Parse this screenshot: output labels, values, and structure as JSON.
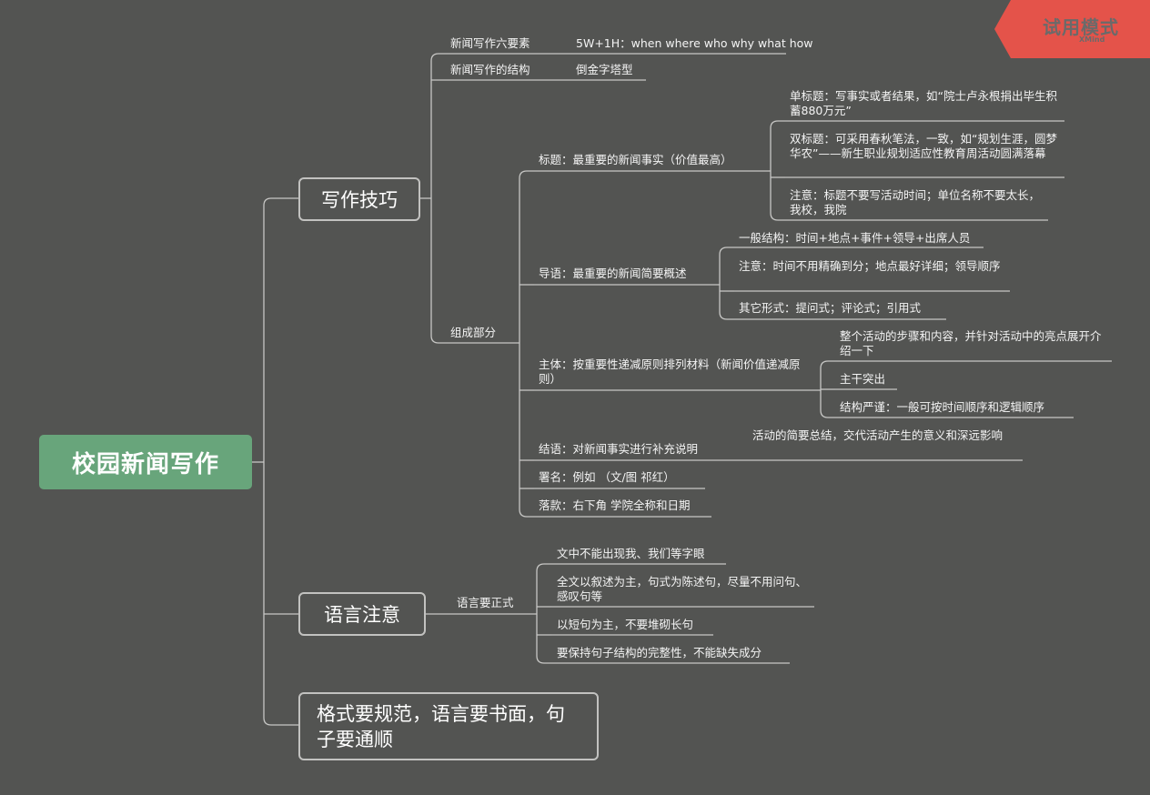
{
  "watermark": {
    "title": "试用模式",
    "sub": "XMind",
    "color": "#e4534a"
  },
  "colors": {
    "background": "#535452",
    "root": "#68a57b",
    "line": "#c7c7c5"
  },
  "root": "校园新闻写作",
  "branches": {
    "skills": {
      "label": "写作技巧",
      "six_elements": {
        "label": "新闻写作六要素",
        "value": "5W+1H：when where who why what how"
      },
      "structure": {
        "label": "新闻写作的结构",
        "value": "倒金字塔型"
      },
      "parts": {
        "label": "组成部分",
        "title": {
          "label": "标题：最重要的新闻事实（价值最高）",
          "single": "单标题：写事实或者结果，如“院士卢永根捐出毕生积蓄880万元”",
          "double": "双标题：可采用春秋笔法，一致，如“规划生涯，圆梦华农”——新生职业规划适应性教育周活动圆满落幕",
          "note": "注意：标题不要写活动时间；单位名称不要太长，我校，我院"
        },
        "lead": {
          "label": "导语：最重要的新闻简要概述",
          "general": "一般结构：时间+地点+事件+领导+出席人员",
          "note": "注意：时间不用精确到分；地点最好详细；领导顺序",
          "other": "其它形式：提问式；评论式；引用式"
        },
        "body": {
          "label": "主体：按重要性递减原则排列材料（新闻价值递减原则）",
          "steps": "整个活动的步骤和内容，并针对活动中的亮点展开介绍一下",
          "main": "主干突出",
          "rigor": "结构严谨：一般可按时间顺序和逻辑顺序"
        },
        "ending": {
          "label": "结语：对新闻事实进行补充说明",
          "desc": "活动的简要总结，交代活动产生的意义和深远影响"
        },
        "signature": "署名：例如 （文/图 祁红）",
        "inscription": "落款：右下角 学院全称和日期"
      }
    },
    "language": {
      "label": "语言注意",
      "formal": {
        "label": "语言要正式",
        "items": [
          "文中不能出现我、我们等字眼",
          "全文以叙述为主，句式为陈述句，尽量不用问句、感叹句等",
          "以短句为主，不要堆砌长句",
          "要保持句子结构的完整性，不能缺失成分"
        ]
      }
    },
    "format": {
      "label": "格式要规范，语言要书面，句子要通顺"
    }
  }
}
